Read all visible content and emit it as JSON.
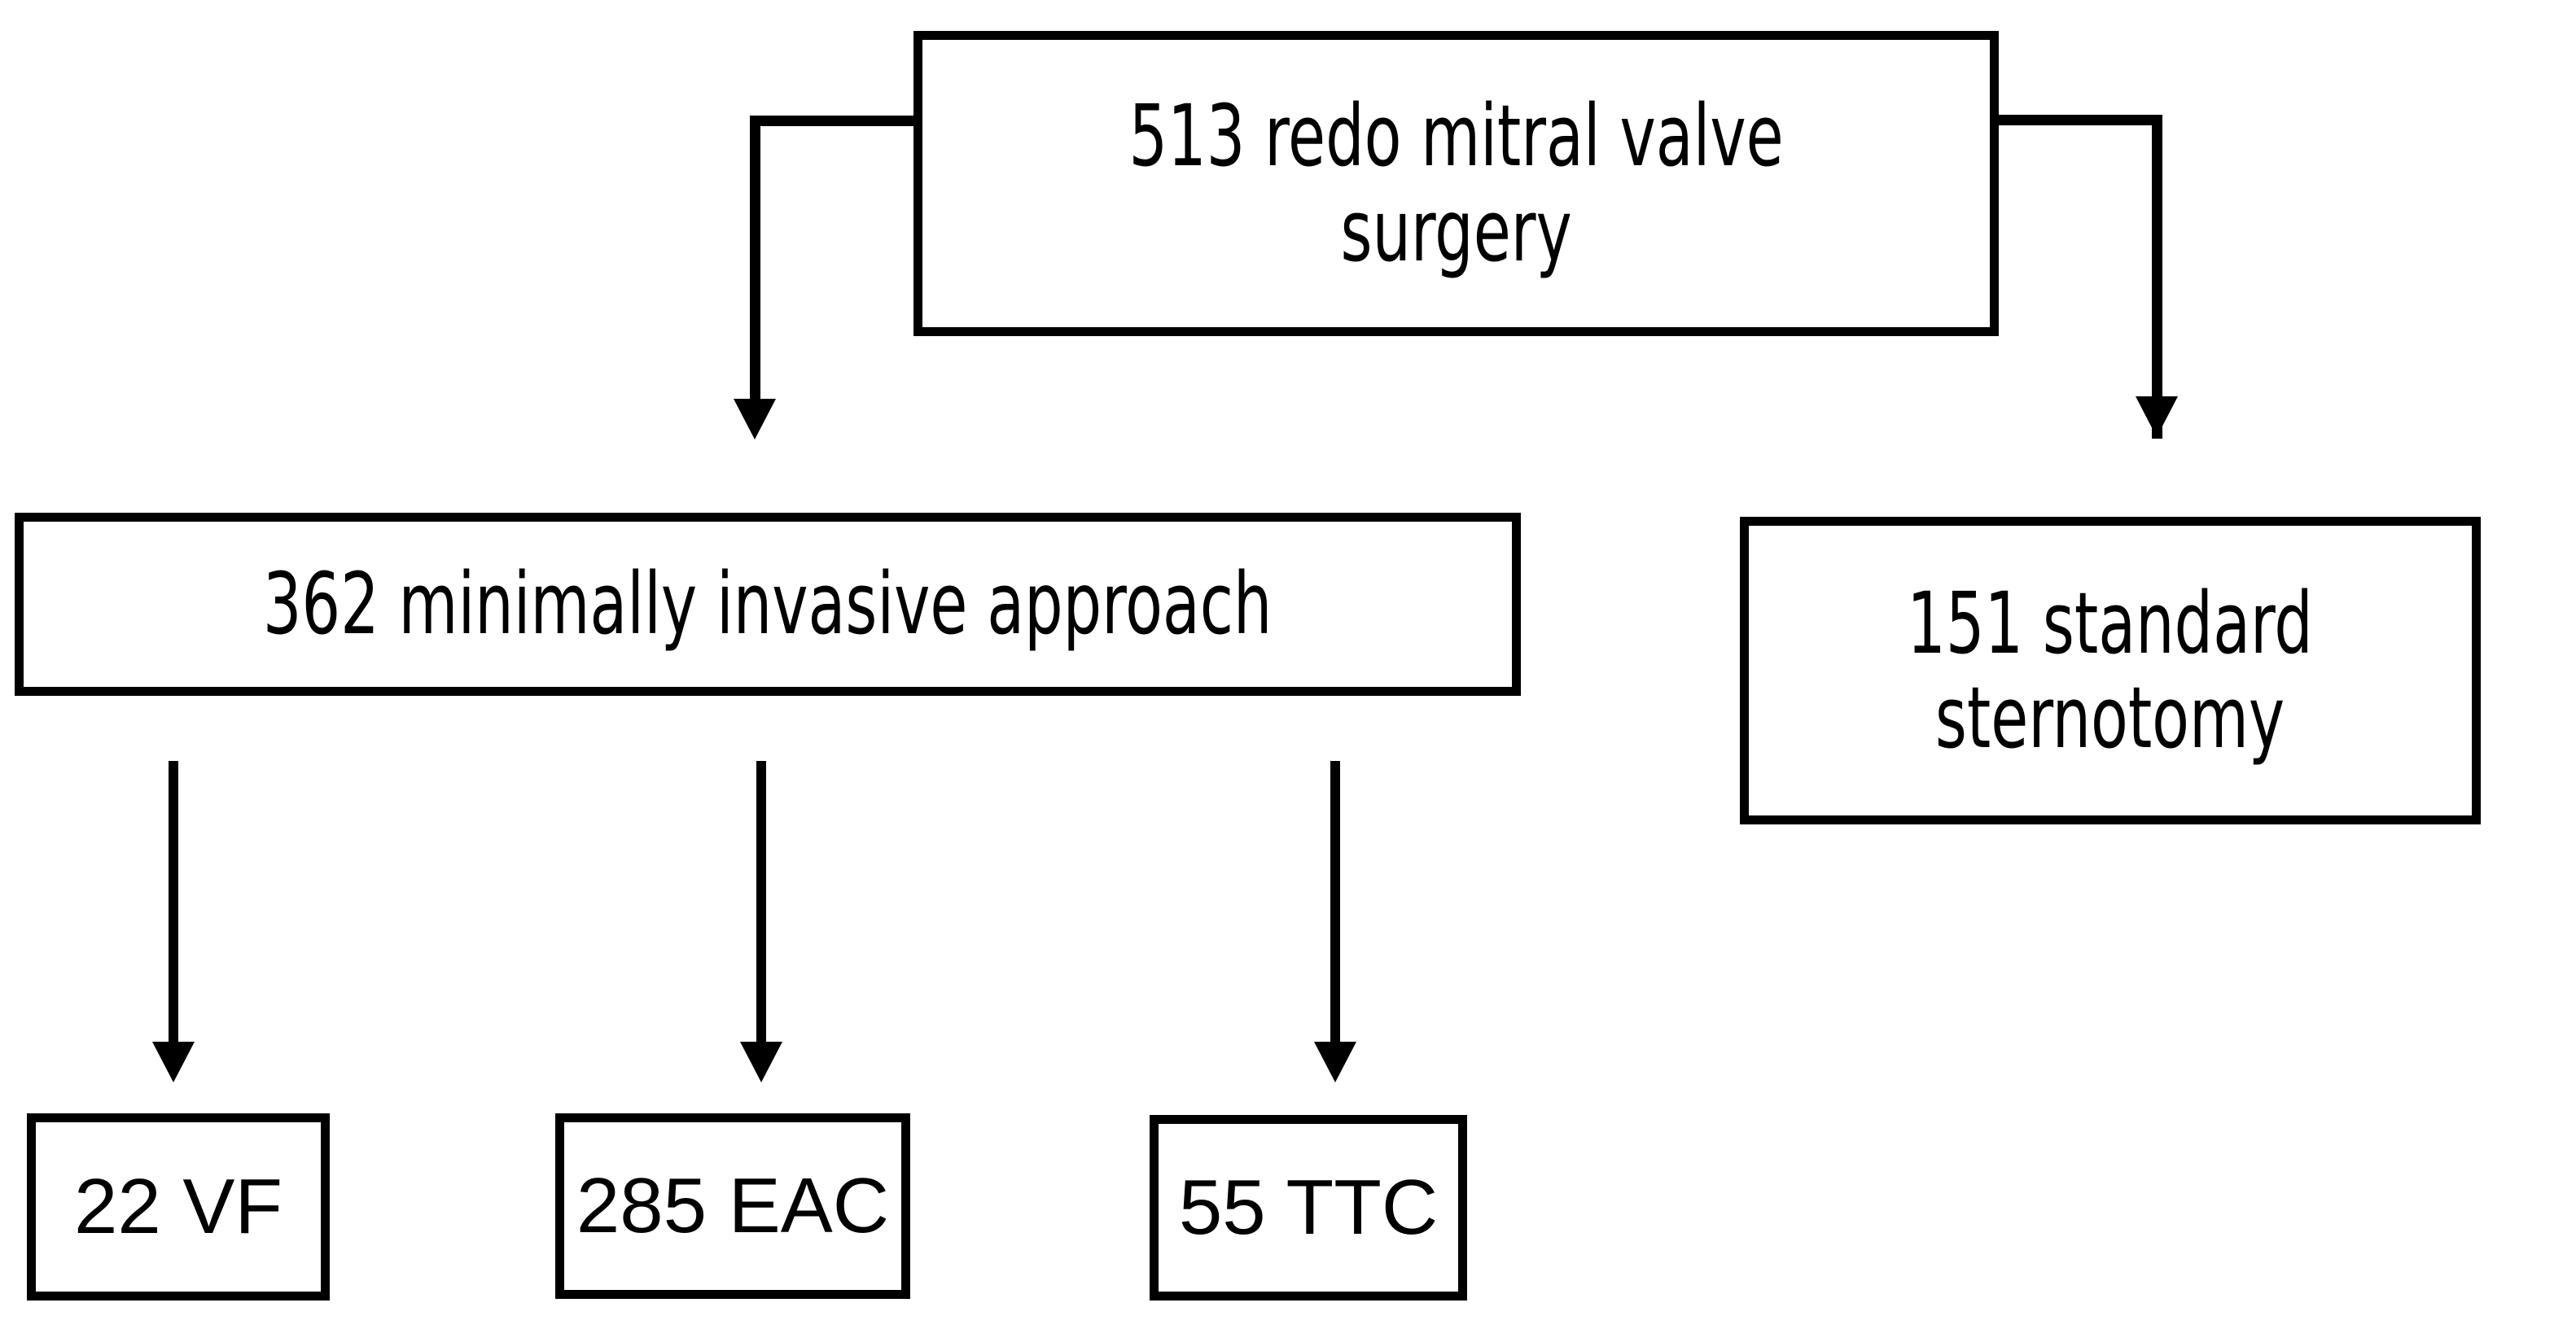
{
  "diagram": {
    "type": "flowchart",
    "orientation": "top-down",
    "background_color": "#ffffff",
    "line_color": "#000000",
    "nodes": [
      {
        "id": "root",
        "label": "513 redo mitral valve\nsurgery",
        "count": 513,
        "term": "redo mitral valve surgery"
      },
      {
        "id": "mis",
        "label": "362 minimally invasive approach",
        "count": 362,
        "term": "minimally invasive approach"
      },
      {
        "id": "stern",
        "label": "151 standard\nsternotomy",
        "count": 151,
        "term": "standard sternotomy"
      },
      {
        "id": "vf",
        "label": "22 VF",
        "count": 22,
        "term": "VF"
      },
      {
        "id": "eac",
        "label": "285 EAC",
        "count": 285,
        "term": "EAC"
      },
      {
        "id": "ttc",
        "label": "55 TTC",
        "count": 55,
        "term": "TTC"
      }
    ],
    "edges": [
      {
        "from": "root",
        "to": "mis",
        "style": "elbow-left"
      },
      {
        "from": "root",
        "to": "stern",
        "style": "elbow-right"
      },
      {
        "from": "mis",
        "to": "vf",
        "style": "straight-down"
      },
      {
        "from": "mis",
        "to": "eac",
        "style": "straight-down"
      },
      {
        "from": "mis",
        "to": "ttc",
        "style": "straight-down"
      }
    ]
  }
}
